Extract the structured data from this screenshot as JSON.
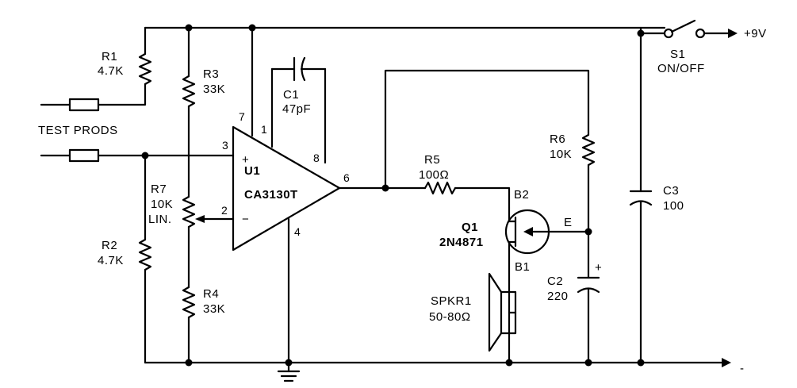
{
  "labels": {
    "r1_name": "R1",
    "r1_value": "4.7K",
    "r2_name": "R2",
    "r2_value": "4.7K",
    "r3_name": "R3",
    "r3_value": "33K",
    "r4_name": "R4",
    "r4_value": "33K",
    "r5_name": "R5",
    "r5_value": "100Ω",
    "r6_name": "R6",
    "r6_value": "10K",
    "r7_name": "R7",
    "r7_value": "10K",
    "r7_note": "LIN.",
    "c1_name": "C1",
    "c1_value": "47pF",
    "c2_name": "C2",
    "c2_value": "220",
    "c2_polarity": "+",
    "c3_name": "C3",
    "c3_value": "100",
    "u1_name": "U1",
    "u1_part": "CA3130T",
    "u1_plus": "+",
    "u1_minus": "−",
    "q1_name": "Q1",
    "q1_part": "2N4871",
    "q1_b2": "B2",
    "q1_b1": "B1",
    "q1_e": "E",
    "spkr_name": "SPKR1",
    "spkr_value": "50-80Ω",
    "switch_name": "S1",
    "switch_note": "ON/OFF",
    "supply_plus": "+9V",
    "supply_minus": "-",
    "test_prods": "TEST PRODS",
    "pin_1": "1",
    "pin_2": "2",
    "pin_3": "3",
    "pin_4": "4",
    "pin_6": "6",
    "pin_7": "7",
    "pin_8": "8"
  },
  "colors": {
    "ink": "#000000",
    "paper": "#ffffff"
  }
}
